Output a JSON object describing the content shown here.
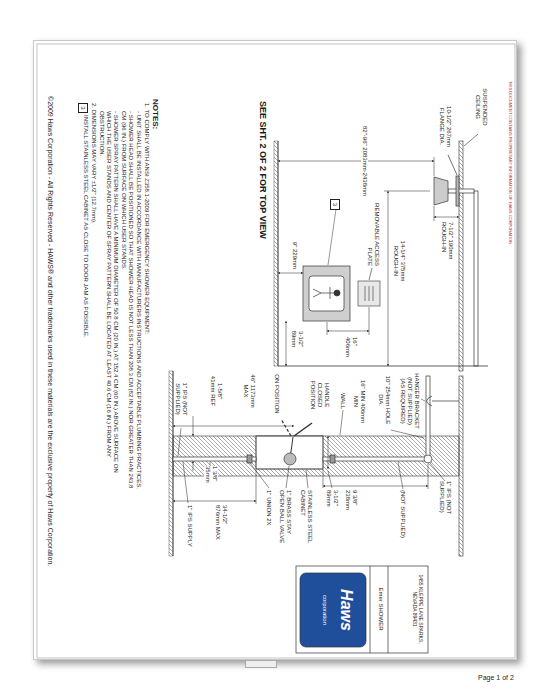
{
  "diagram": {
    "labels": [
      "THIS DOCUMENT CONTAINS PROPRIETARY INFORMATION OF HAWS CORPORATION",
      "SUSPENDED CEILING",
      "10-1/2\" 267mm FLANGE DIA.",
      "7-1/2\" 190mm ROUGH-IN",
      "14-1/4\" 375mm ROUGH-IN",
      "REMOVABLE ACCESS PLATE",
      "16\" 406mm",
      "82\"-96\" 2083mm-2438mm",
      "3",
      "9\" 229mm",
      "3-1/2\" 89mm",
      "SEE SHT. 2 OF 2 FOR TOP VIEW",
      "HANGER BRACKET (NOT SUPPLIED) (AS REQUIRED)",
      "10\" 254mm HOLE DIA.",
      "1\" IPS (NOT SUPPLIED)",
      "(NOT SUPPLIED)",
      "9 3/8\" 238mm",
      "16\" MIN 406mm MIN",
      "WALL",
      "HANDLE CLOSED POSITION",
      "ON POSITION",
      "46\" 1173mm MAX",
      "3-1/2\" 89mm",
      "STAINLESS STEEL CABINET",
      "1\" BRASS STAY OPEN BALL VALVE",
      "1\" UNION 2X",
      "34-1/2\" 876mm MAX",
      "1-5/8\" 41mm REF",
      "1 3/8\" 35mm",
      "1\" IPS SUPPLY",
      "1\" IPS (NOT SUPPLIED)",
      "NOTES:",
      "1. TO COMPLY WITH ANSI Z358.1-2009 FOR EMERGENCY SHOWER EQUIPMENT:",
      "- UNIT SHALL BE INSTALLED IN ACCORDANCE WITH MANUFACTURERS INSTRUCTIONS AND ACCEPTABLE PLUMBING PRACTICES.",
      "- SHOWER HEAD SHALL BE POSITIONED SO THAT SHOWER HEAD IS NOT LESS THAN 208.3 CM (82 IN.) NOR GREATER THAN 243.8 CM (96 IN.) FROM SURFACE ON WHICH USER STANDS.",
      "- SHOWER SPRAY PATTERN SHALL HAVE A MINIMUM DIAMETER OF 50.8 CM (20 IN.) AT 152.4 CM (60 IN.) ABOVE SURFACE ON WHICH THE USER STANDS AND CENTER OF SPRAY PATTERN SHALL BE LOCATED AT LEAST 40.6 CM (16 IN.) FROM ANY OBSTRUCTION.",
      "2. DIMENSIONS MAY VARY ±1/2\" (12.7mm).",
      "3",
      "INSTALL STAINLESS STEEL CABINET AS CLOSE TO DOOR JAM AS POSSIBLE.",
      "©2009 Haws Corporation - All Rights Reserved - HAWS® and other trademarks used in these materials are the exclusive property of Haws Corporation.",
      "Haws",
      "corporation",
      "Emer SHOWER",
      "1455 KLEPPE LANE SPARKS, NEVADA 89431",
      "Page 1 of 2"
    ]
  }
}
